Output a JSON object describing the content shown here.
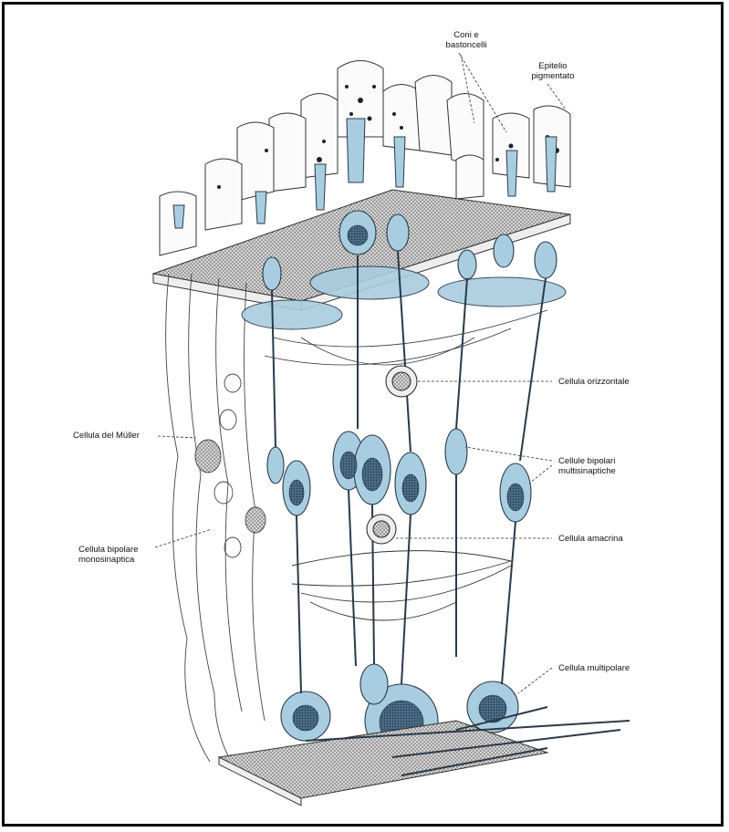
{
  "labels": {
    "coni_bastoncelli": "Coni e\nbastoncelli",
    "epitelio": "Epitelio\npigmentato",
    "orizzontale": "Cellula orizzontale",
    "muller": "Cellula del Müller",
    "bipolari_multi": "Cellule bipolari\nmultisinaptiche",
    "amacrina": "Cellula amacrina",
    "bipolare_mono": "Cellula bipolare\nmonosinaptica",
    "multipolare": "Cellula multipolare"
  },
  "colors": {
    "cell_fill": "#a9cde0",
    "nucleus": "#3f5f78",
    "ink": "#1a1a1a",
    "membrane": "#8a8a8a"
  }
}
